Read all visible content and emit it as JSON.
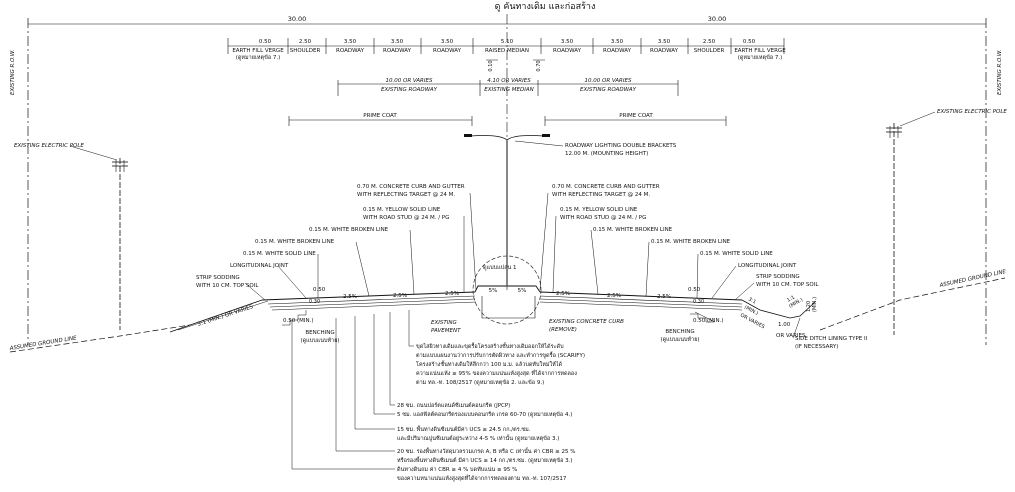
{
  "title": "ดู คันทางเดิม และก่อสร้าง",
  "row_width": {
    "left": "30.00",
    "right": "30.00"
  },
  "row_label": "EXISTING R.O.W.",
  "lanes": [
    {
      "width": "0.50",
      "label": "EARTH FILL VERGE",
      "sub": "(ดูหมายเหตุข้อ 7.)"
    },
    {
      "width": "2.50",
      "label": "SHOULDER"
    },
    {
      "width": "3.50",
      "label": "ROADWAY"
    },
    {
      "width": "3.50",
      "label": "ROADWAY"
    },
    {
      "width": "3.50",
      "label": "ROADWAY"
    },
    {
      "width": "5.10",
      "label": "RAISED MEDIAN"
    },
    {
      "width": "3.50",
      "label": "ROADWAY"
    },
    {
      "width": "3.50",
      "label": "ROADWAY"
    },
    {
      "width": "3.50",
      "label": "ROADWAY"
    },
    {
      "width": "2.50",
      "label": "SHOULDER"
    },
    {
      "width": "0.50",
      "label": "EARTH FILL VERGE",
      "sub": "(ดูหมายเหตุข้อ 7.)"
    }
  ],
  "median_small_dims": [
    "0.10",
    "0.70"
  ],
  "existing": [
    {
      "width": "10.00 OR VARIES",
      "label": "EXISTING ROADWAY"
    },
    {
      "width": "4.10 OR VARIES",
      "label": "EXISTING MEDIAN"
    },
    {
      "width": "10.00 OR VARIES",
      "label": "EXISTING ROADWAY"
    }
  ],
  "prime_coat": "PRIME COAT",
  "electric_pole": "EXISTING ELECTRIC POLE",
  "lighting": [
    "ROADWAY LIGHTING DOUBLE BRACKETS",
    "12.00 M. (MOUNTING HEIGHT)"
  ],
  "curb": [
    "0.70 M. CONCRETE CURB AND GUTTER",
    "WITH REFLECTING TARGET @ 24 M."
  ],
  "yellow_line": [
    "0.15 M. YELLOW SOLID LINE",
    "WITH ROAD STUD @ 24 M. / PG"
  ],
  "white_broken": "0.15 M. WHITE BROKEN LINE",
  "white_solid": "0.15 M. WHITE SOLID LINE",
  "longitudinal_joint": "LONGITUDINAL JOINT",
  "strip_sodding": [
    "STRIP SODDING",
    "WITH 10 CM. TOP SOIL"
  ],
  "slope": "3:1 (MIN.) OR VARIES",
  "slope_short": [
    "3:1",
    "(MIN.)",
    "OR VARIES"
  ],
  "slope_right2": [
    "1:1",
    "(MIN.)"
  ],
  "ditch_dims": [
    "1.20",
    "(MIN.)",
    "1.00",
    "OR VARIES"
  ],
  "side_ditch": [
    "SIDE DITCH LINING TYPE II",
    "(IF NECESSARY)"
  ],
  "assumed_ground": "ASSUMED GROUND LINE",
  "benching": [
    "BENCHING",
    "(ดูแบบแนบท้าย)"
  ],
  "dim_050": "0.50",
  "dim_050_min": "0.50 (MIN.)",
  "dim_030": "0.30",
  "grades": [
    "2.5%",
    "2.5%",
    "2.5%",
    "5%",
    "5%",
    "2.5%",
    "2.5%",
    "2.5%"
  ],
  "detail_ref": "ดูแบบแปลน 1",
  "existing_pavement": [
    "EXISTING",
    "PAVEMENT"
  ],
  "existing_curb": [
    "EXISTING CONCRETE CURB",
    "(REMOVE)"
  ],
  "note_scarify": [
    "ขุดไสผิวทางเดิมและขุดรื้อโครงสร้างชั้นทางเดิมออกให้ได้ระดับ",
    "ตามแบบแผนงานว่าการปรับการตัดผิวทาง และทำการขูดรื้อ (SCARIFY)",
    "โครงสร้างชั้นทางเดิมให้ลึกกว่า 100 ม.ม. แล้วบดทับใหม่ให้ได้",
    "ความแน่นแห้ง ≥ 95% ของความแน่นแห้งสูงสุด ที่ได้จากการทดลอง",
    "ตาม ทล.-ท. 108/2517 (ดูหมายเหตุข้อ 2. และข้อ 9.)"
  ],
  "layers": [
    [
      "28 ซม. ถนนปอร์ตแลนด์ซีเมนต์คอนกรีต (JPCP)"
    ],
    [
      "5 ซม. แอสฟัลต์คอนกรีตรองแบบคอนกรีต เกรด 60-70 (ดูหมายเหตุข้อ 4.)"
    ],
    [
      "15 ซม. พื้นทางดินซีเมนต์มีค่า UCS ≥ 24.5 กก./ตร.ซม.",
      "และมีปริมาณปูนซีเมนต์อยู่ระหว่าง 4-5 % เท่านั้น (ดูหมายเหตุข้อ 3.)"
    ],
    [
      "20 ซม. รองพื้นทางวัสดุมวลรวมเกรด A, B หรือ C เท่านั้น ค่า CBR ≥ 25 %",
      "หรือรองพื้นทางดินซีเมนต์ มีค่า UCS ≥ 14 กก./ตร.ซม. (ดูหมายเหตุข้อ 3.)"
    ],
    [
      "ดินทางดินถม ค่า CBR ≥ 4 % บดทับแน่น ≥ 95 %",
      "ของความหนาแน่นแห้งสูงสุดที่ได้จากการทดลองตาม ทล.-ท. 107/2517"
    ]
  ]
}
